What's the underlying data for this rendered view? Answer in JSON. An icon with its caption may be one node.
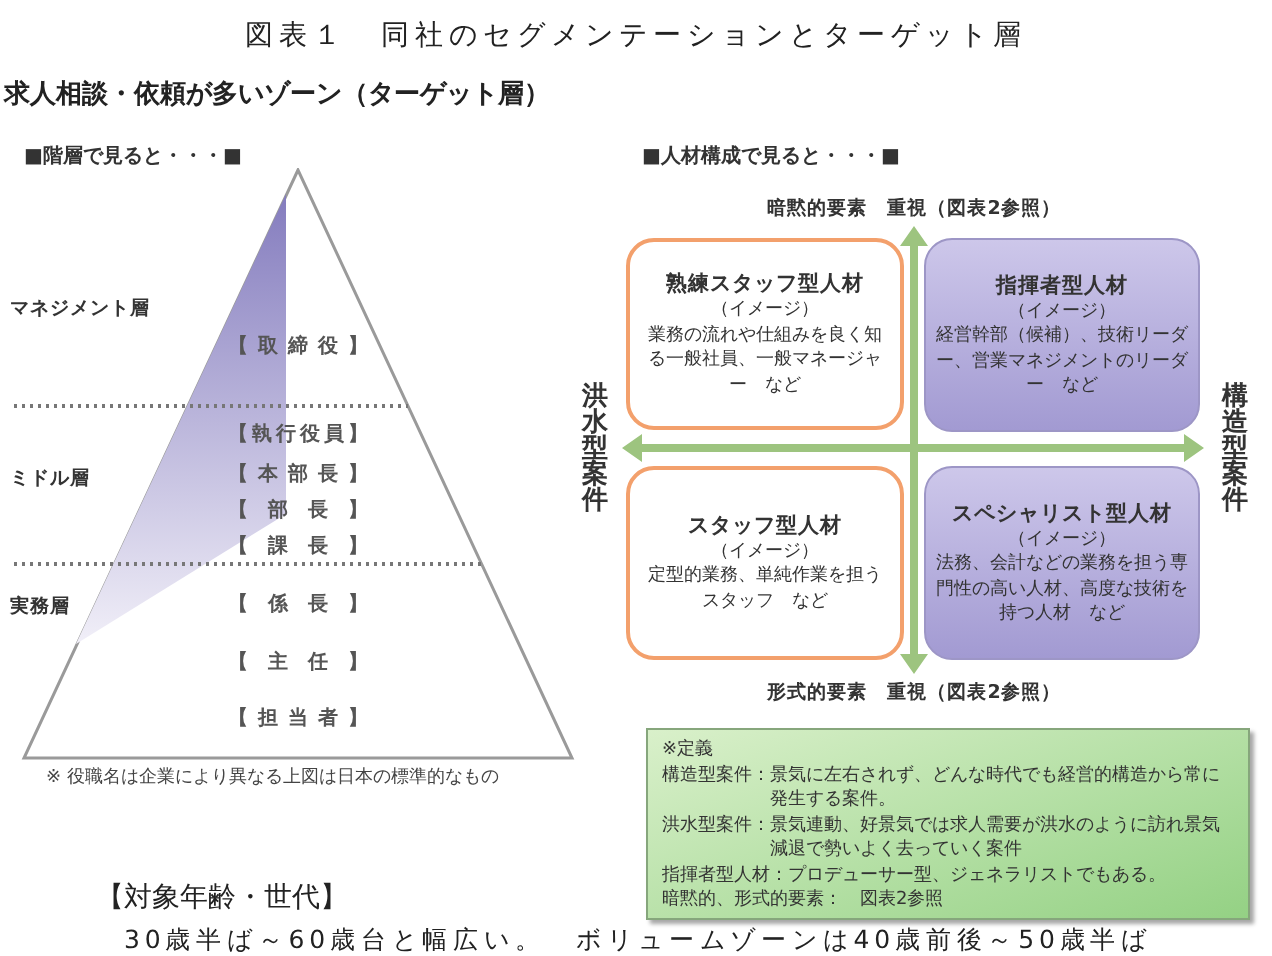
{
  "diagram": {
    "title": "図表１　同社のセグメンテーションとターゲット層",
    "nodes": [
      {
        "text": [
          "【取締役】",
          "【執行役員】",
          "【本部長】",
          "【部長】",
          "【課長】",
          "【係長】",
          "【主任】",
          "【担当者】"
        ],
        "beside": [
          "マネジメント層",
          "ミドル層",
          "実務層",
          "※ 役職名は企業により異なる上図は日本の標準的なもの"
        ]
      },
      {
        "text": [
          "熟練スタッフ型人材",
          "（イメージ）",
          "業務の流れや仕組みを良く知る一般社員、一般マネージャー　など"
        ]
      },
      {
        "text": [
          "指揮者型人材",
          "（イメージ）",
          "経営幹部（候補）、技術リーダー、営業マネジメントのリーダー　など"
        ]
      },
      {
        "text": [
          "スタッフ型人材",
          "（イメージ）",
          "定型的業務、単純作業を担うスタッフ　など"
        ]
      },
      {
        "text": [
          "スペシャリスト型人材",
          "（イメージ）",
          "法務、会計などの業務を担う専門性の高い人材、高度な技術を持つ人材　など"
        ]
      },
      {
        "text": [
          "※定義",
          "構造型案件：景気に左右されず、どんな時代でも経営的構造から常に発生する案件。",
          "洪水型案件：景気連動、好景気では求人需要が洪水のように訪れ景気減退で勢いよく去っていく案件",
          "指揮者型人材：プロデューサー型、ジェネラリストでもある。",
          "暗黙的、形式的要素：　図表2参照"
        ]
      }
    ],
    "labels": [
      "求人相談・依頼が多いゾーン（ターゲット層）",
      "■階層で見ると・・・■",
      "■人材構成で見ると・・・■",
      "暗黙的要素　重視（図表2参照）",
      "洪水型案件",
      "構造型案件",
      "形式的要素　重視（図表2参照）",
      "【対象年齢・世代】",
      "30歳半ば～60歳台と幅広い。　ボリュームゾーンは40歳前後～50歳半ば"
    ]
  }
}
